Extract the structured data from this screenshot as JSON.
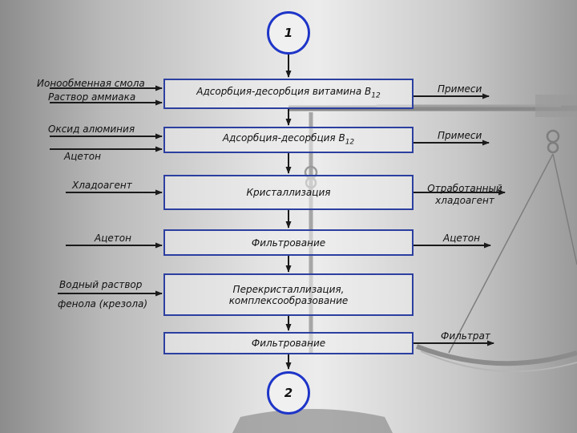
{
  "start_node": "1",
  "end_node": "2",
  "steps": [
    {
      "label": "Адсорбция-десорбция витамина B",
      "sub": "12"
    },
    {
      "label": "Адсорбция-десорбция B",
      "sub": "12"
    },
    {
      "label": "Кристаллизация"
    },
    {
      "label": "Фильтрование"
    },
    {
      "label": "Перекристаллизация,\nкомплексообразование"
    },
    {
      "label": "Фильтрование"
    }
  ],
  "inputs": {
    "resin_line1": "Ионообменная смола",
    "resin_line2": "Раствор аммиака",
    "alumina": "Оксид алюминия",
    "acetone_1": "Ацетон",
    "coolant": "Хладоагент",
    "acetone_2": "Ацетон",
    "phenol_line1": "Водный раствор",
    "phenol_line2": "фенола (крезола)"
  },
  "outputs": {
    "impurities_1": "Примеси",
    "impurities_2": "Примеси",
    "spent_coolant_line1": "Отработанный",
    "spent_coolant_line2": "хладоагент",
    "acetone_out": "Ацетон",
    "filtrate": "Фильтрат"
  },
  "colors": {
    "arrow": "#1a1a1a",
    "box_border": "#2c3fa0",
    "node_border": "#1e35c8",
    "scale_art": "#7a7a7a"
  }
}
